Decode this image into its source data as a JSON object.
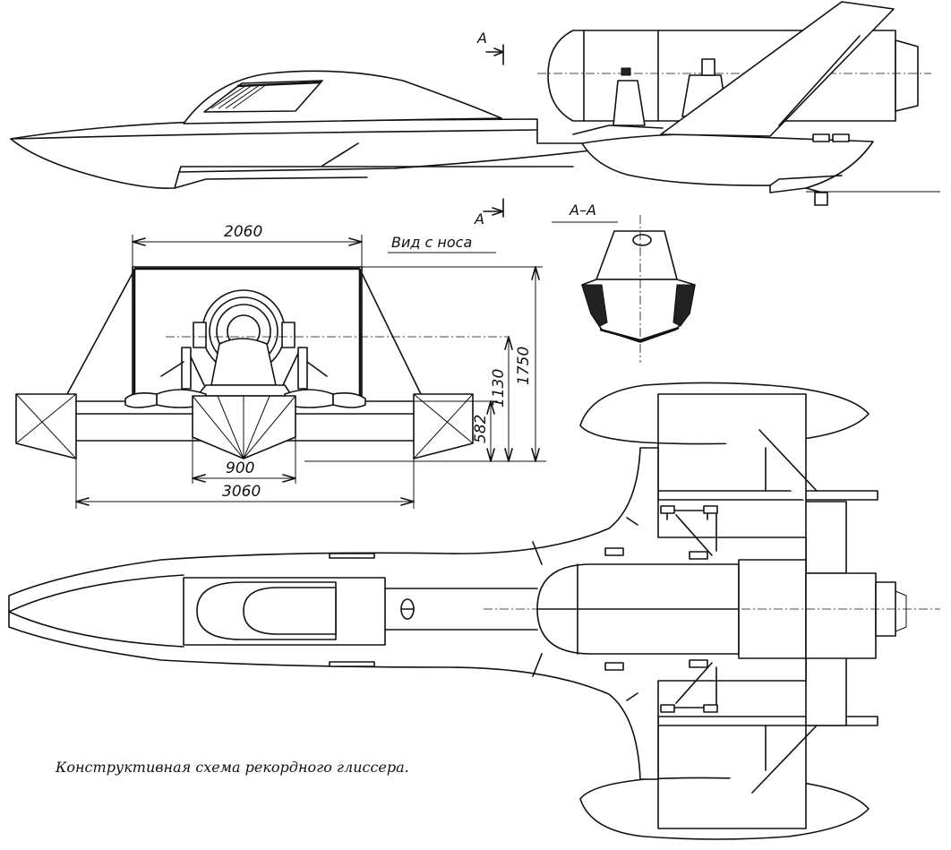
{
  "labels": {
    "section_mark": "A",
    "section_title": "A–A",
    "front_view": "Вид с носа",
    "caption": "Конструктивная схема рекордного глиссера."
  },
  "dimensions": {
    "width_top": "2060",
    "height_total": "1750",
    "height_mid": "1130",
    "height_low": "582",
    "width_hull": "900",
    "width_total": "3060"
  }
}
